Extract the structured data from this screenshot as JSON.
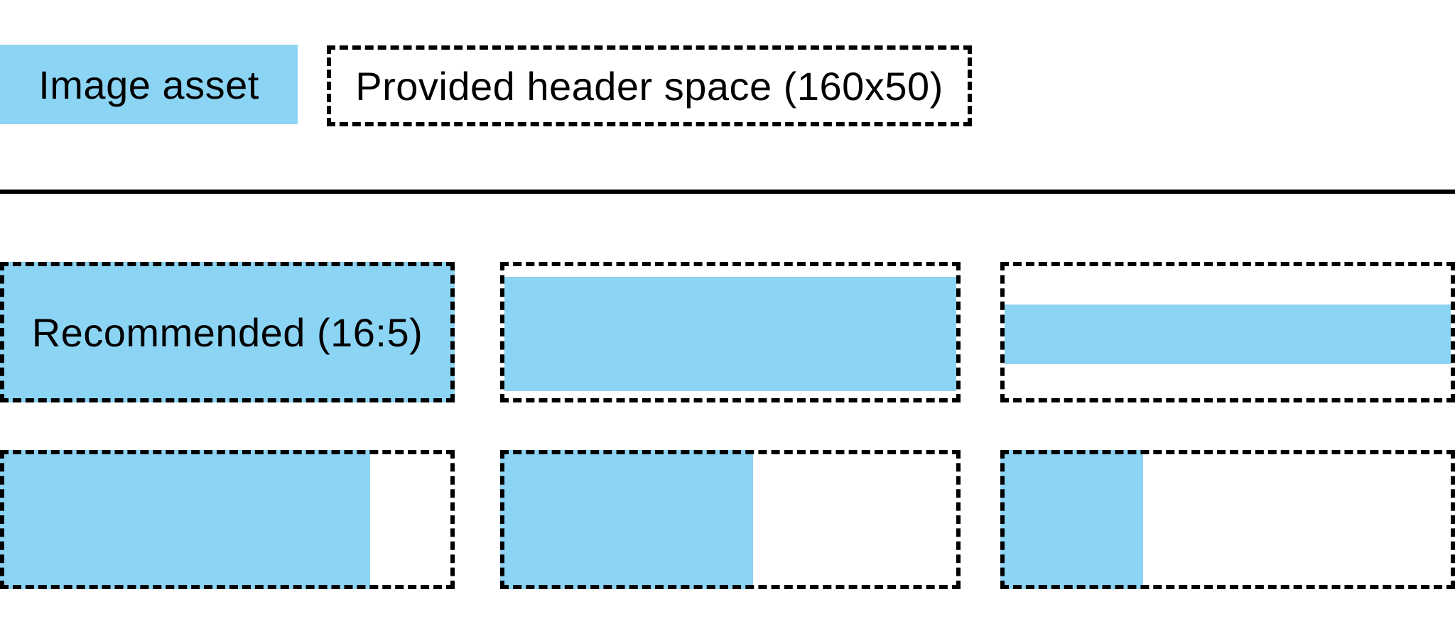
{
  "colors": {
    "asset_blue": "#8CD4F4",
    "ink": "#000000",
    "background": "#FFFFFF"
  },
  "legend": {
    "image_asset_label": "Image asset",
    "header_space_label": "Provided header space (160x50)"
  },
  "examples": {
    "recommended_label": "Recommended (16:5)"
  }
}
